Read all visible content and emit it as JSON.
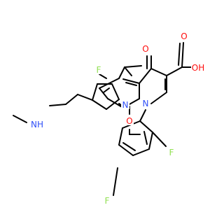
{
  "molecule": {
    "colors": {
      "bond": "#000000",
      "O": "#ff0d0d",
      "N": "#3050f8",
      "F": "#90e050",
      "C": "#000000"
    },
    "labels": [
      {
        "id": "O_ketone",
        "text": "O",
        "element": "O"
      },
      {
        "id": "O_acid",
        "text": "O",
        "element": "O"
      },
      {
        "id": "OH_acid",
        "text": "OH",
        "element": "O"
      },
      {
        "id": "F_6",
        "text": "F",
        "element": "F"
      },
      {
        "id": "N_pyrrolidine",
        "text": "N",
        "element": "N"
      },
      {
        "id": "N_quinoline",
        "text": "N",
        "element": "N"
      },
      {
        "id": "O_methoxy",
        "text": "O",
        "element": "O"
      },
      {
        "id": "NH_amine",
        "text": "NH",
        "element": "N"
      },
      {
        "id": "F_ortho",
        "text": "F",
        "element": "F"
      },
      {
        "id": "F_para",
        "text": "F",
        "element": "F"
      }
    ]
  }
}
